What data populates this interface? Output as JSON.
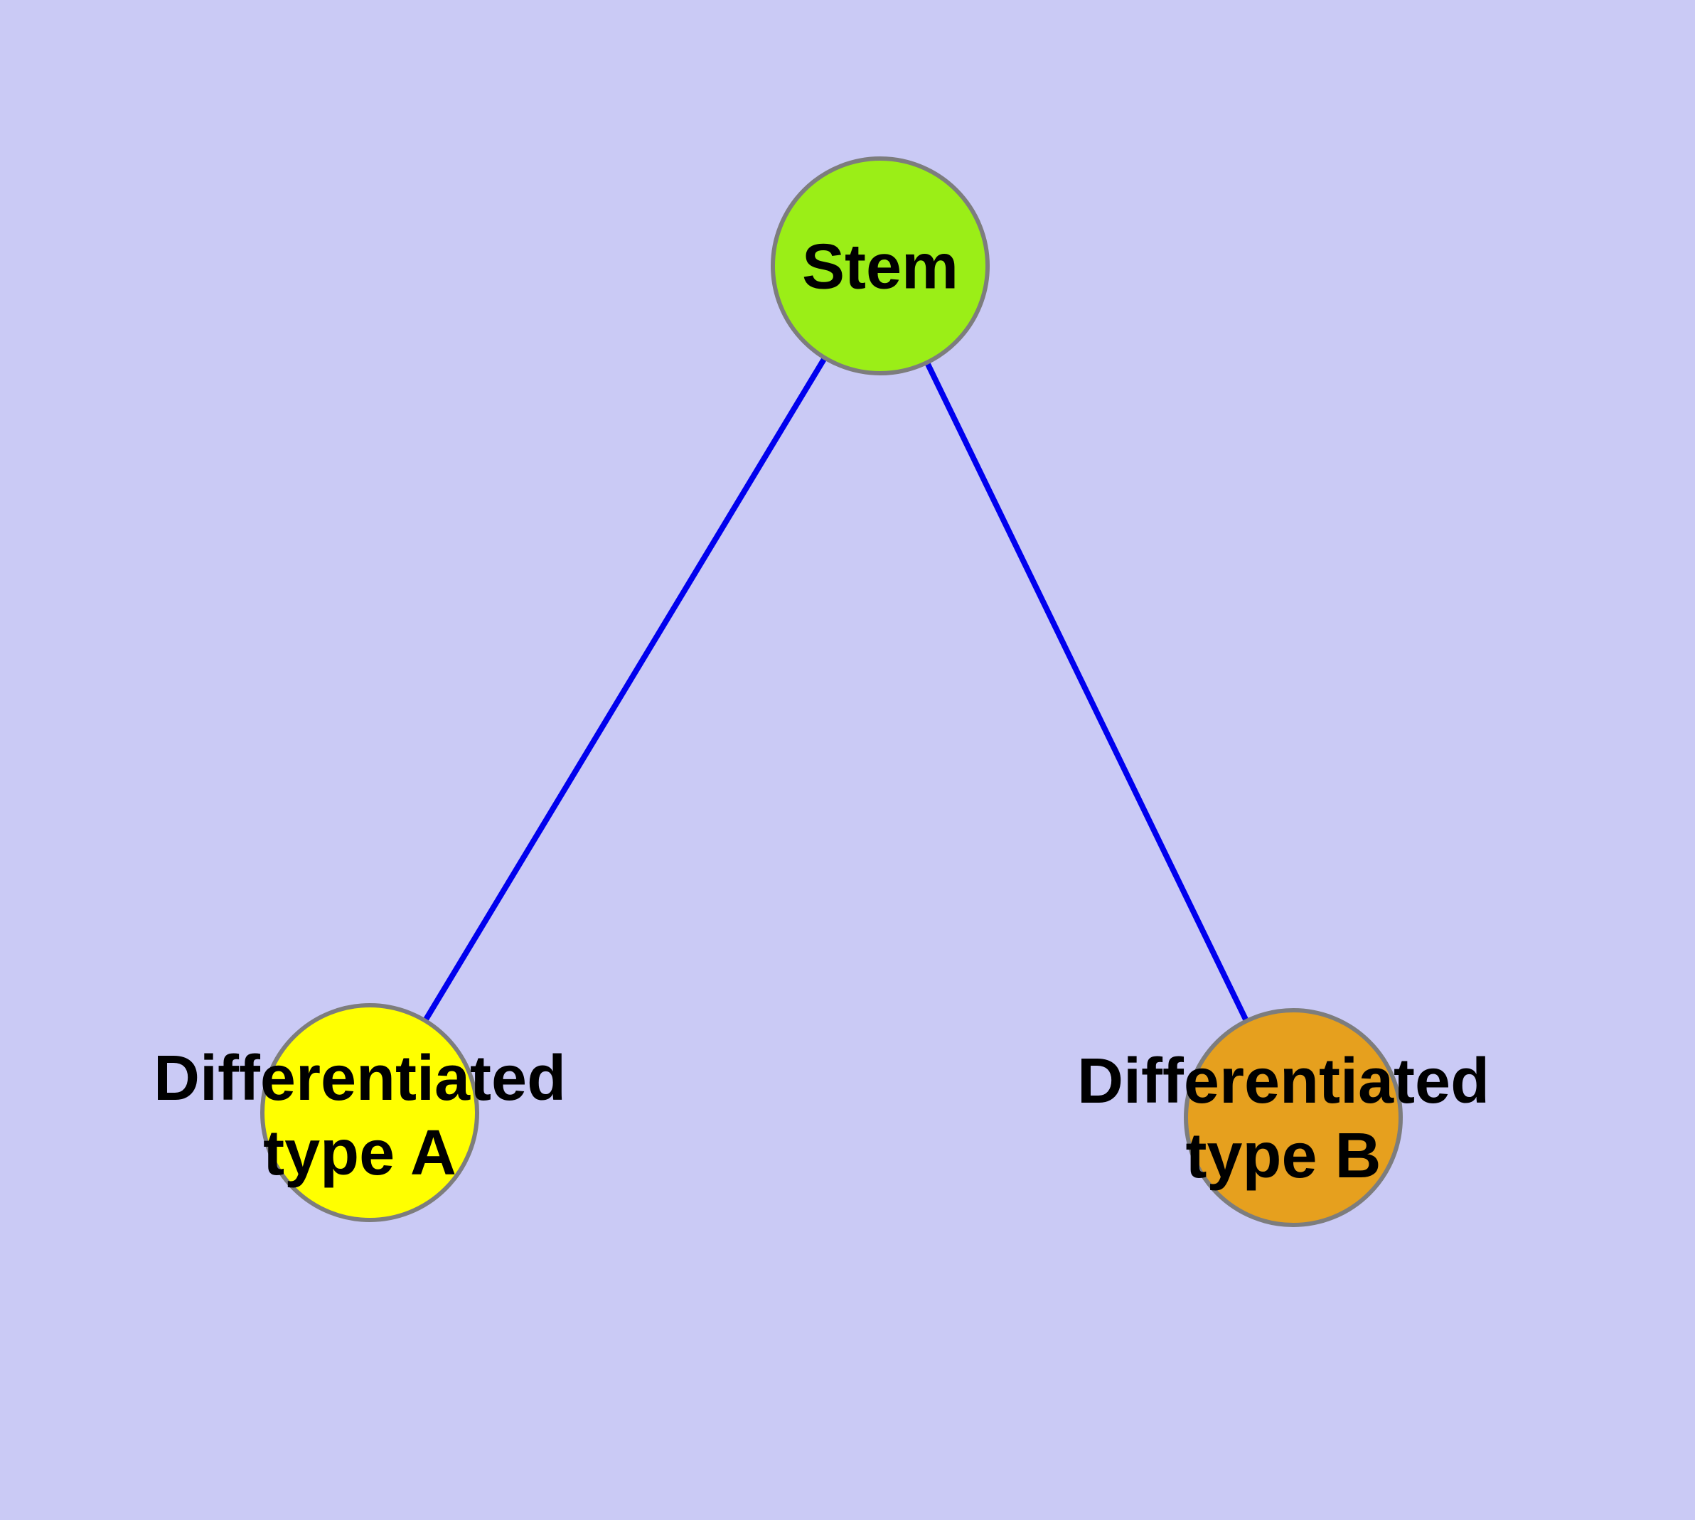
{
  "diagram": {
    "type": "node-link-graph",
    "background_color": "#cacaf5",
    "edge_color": "#0000ee",
    "node_border_color": "#7d7d7d",
    "label_color": "#000000",
    "nodes": [
      {
        "id": "stem",
        "label": "Stem",
        "color": "#9bee17"
      },
      {
        "id": "type-a",
        "label": "Differentiated\ntype A",
        "color": "#ffff00"
      },
      {
        "id": "type-b",
        "label": "Differentiated\ntype B",
        "color": "#e6a01e"
      }
    ],
    "edges": [
      {
        "from": "Stem",
        "to": "Differentiated type A"
      },
      {
        "from": "Stem",
        "to": "Differentiated type B"
      }
    ]
  }
}
